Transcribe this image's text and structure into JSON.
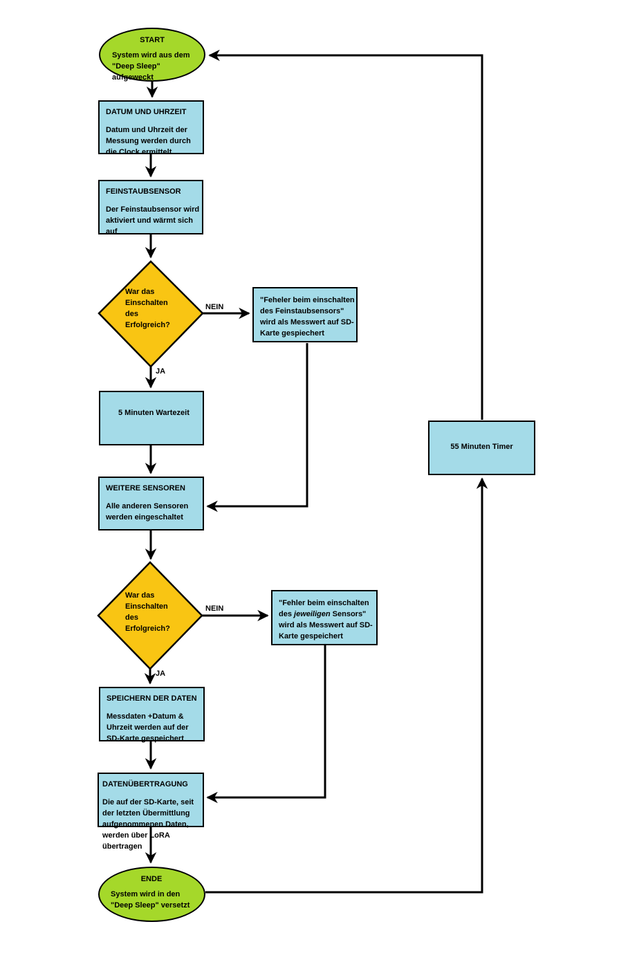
{
  "colors": {
    "terminal_fill": "#a5d82a",
    "process_fill": "#a4dbe8",
    "decision_fill": "#f9c513",
    "line": "#000000"
  },
  "nodes": {
    "start": {
      "title": "START",
      "body": "System wird aus dem \"Deep Sleep\" aufgeweckt"
    },
    "datum": {
      "title": "DATUM UND UHRZEIT",
      "body": "Datum und Uhrzeit der Messung werden durch die Clock ermittelt"
    },
    "feinstaub": {
      "title": "FEINSTAUBSENSOR",
      "body": "Der Feinstaubsensor wird aktiviert und wärmt sich auf"
    },
    "decision1": {
      "body": "War das Einschalten des Erfolgreich?"
    },
    "fehler1": {
      "body": "\"Feheler beim einschalten des Feinstaubsensors\" wird als Messwert auf SD-Karte gespiechert"
    },
    "wartezeit": {
      "body": "5 Minuten Wartezeit"
    },
    "timer": {
      "body": "55 Minuten Timer"
    },
    "weitere": {
      "title": "WEITERE SENSOREN",
      "body": "Alle anderen Sensoren werden eingeschaltet"
    },
    "decision2": {
      "body": "War das Einschalten des Erfolgreich?"
    },
    "fehler2": {
      "body_prefix": "\"Fehler beim einschalten des ",
      "body_italic": "jeweiligen",
      "body_suffix": " Sensors\" wird als Messwert auf SD-Karte gespeichert"
    },
    "speichern": {
      "title": "SPEICHERN DER DATEN",
      "body": "Messdaten +Datum & Uhrzeit werden auf der SD-Karte gespeichert"
    },
    "uebertragung": {
      "title": "DATENÜBERTRAGUNG",
      "body": "Die auf der SD-Karte, seit der letzten Übermittlung aufgenommenen Daten, werden über LoRA übertragen"
    },
    "ende": {
      "title": "ENDE",
      "body": "System wird in den \"Deep Sleep\" versetzt"
    }
  },
  "labels": {
    "nein1": "NEIN",
    "ja1": "JA",
    "nein2": "NEIN",
    "ja2": "JA"
  }
}
